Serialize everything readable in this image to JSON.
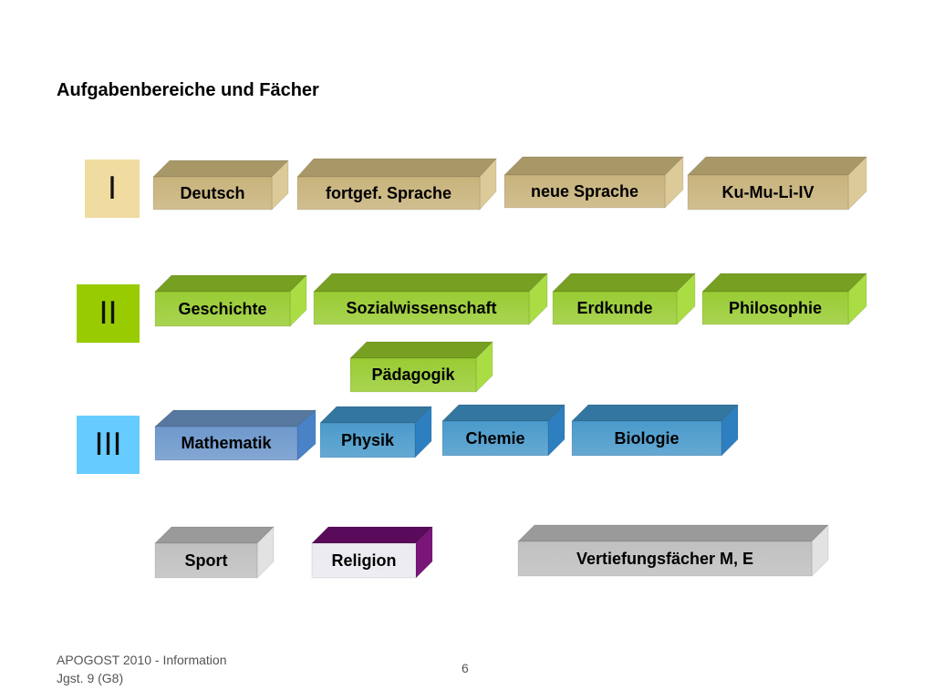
{
  "slide": {
    "title": "Aufgabenbereiche und Fächer",
    "footer_line1": "APOGOST 2010 - Information",
    "footer_line2": "Jgst. 9 (G8)",
    "page_number": "6"
  },
  "areas": [
    {
      "label": "I",
      "color": "#f0dca0"
    },
    {
      "label": "II",
      "color": "#99cc00"
    },
    {
      "label": "III",
      "color": "#66ccff"
    }
  ],
  "colors": {
    "area1": {
      "front": "#c8b37c",
      "top": "#a89868",
      "side": "#dccb98"
    },
    "area2": {
      "front": "#99cc33",
      "top": "#77a022",
      "side": "#aadd44"
    },
    "area3_light": {
      "front": "#6e98cc",
      "top": "#56789e",
      "side": "#4a82c8"
    },
    "area3": {
      "front": "#4a9acb",
      "top": "#33769f",
      "side": "#2e7fc0"
    },
    "sport": {
      "front": "#c0c0c0",
      "top": "#9a9a9a",
      "side": "#e2e2e2"
    },
    "religion": {
      "front": "#eaeaf0",
      "top": "#5a0a5a",
      "side": "#7a157a"
    }
  },
  "subjects": {
    "deutsch": "Deutsch",
    "fortgef_sprache": "fortgef. Sprache",
    "neue_sprache": "neue Sprache",
    "ku_mu_li": "Ku-Mu-Li-IV",
    "geschichte": "Geschichte",
    "sozialwissenschaft": "Sozialwissenschaft",
    "erdkunde": "Erdkunde",
    "philosophie": "Philosophie",
    "paedagogik": "Pädagogik",
    "mathematik": "Mathematik",
    "physik": "Physik",
    "chemie": "Chemie",
    "biologie": "Biologie",
    "sport": "Sport",
    "religion": "Religion",
    "vertiefungsfaecher": "Vertiefungsfächer M, E"
  }
}
